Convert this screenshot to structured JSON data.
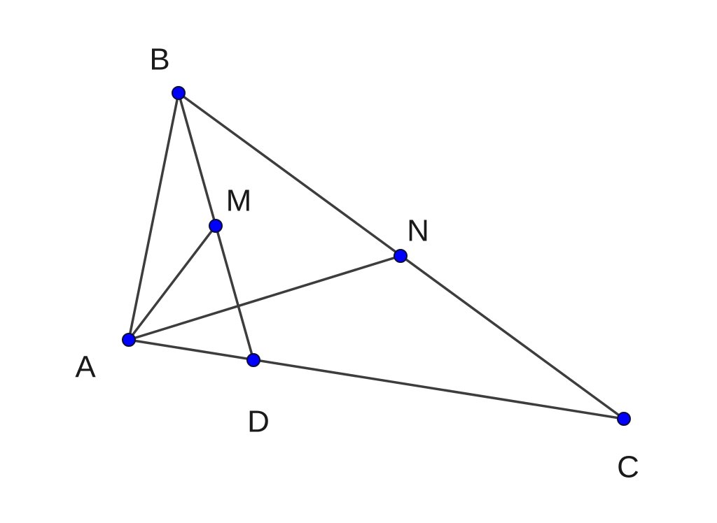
{
  "colors": {
    "background": "#ffffff",
    "segment": "#3d3d3d",
    "point_fill": "#0000ff",
    "point_stroke": "#0d0d3a",
    "label": "#1a1a1a"
  },
  "points": [
    {
      "id": "B",
      "label": "B"
    },
    {
      "id": "M",
      "label": "M"
    },
    {
      "id": "N",
      "label": "N"
    },
    {
      "id": "A",
      "label": "A"
    },
    {
      "id": "D",
      "label": "D"
    },
    {
      "id": "C",
      "label": "C"
    }
  ],
  "segments": [
    {
      "from": "A",
      "to": "B"
    },
    {
      "from": "B",
      "to": "C"
    },
    {
      "from": "A",
      "to": "C"
    },
    {
      "from": "B",
      "to": "D"
    },
    {
      "from": "A",
      "to": "M"
    },
    {
      "from": "A",
      "to": "N"
    }
  ]
}
